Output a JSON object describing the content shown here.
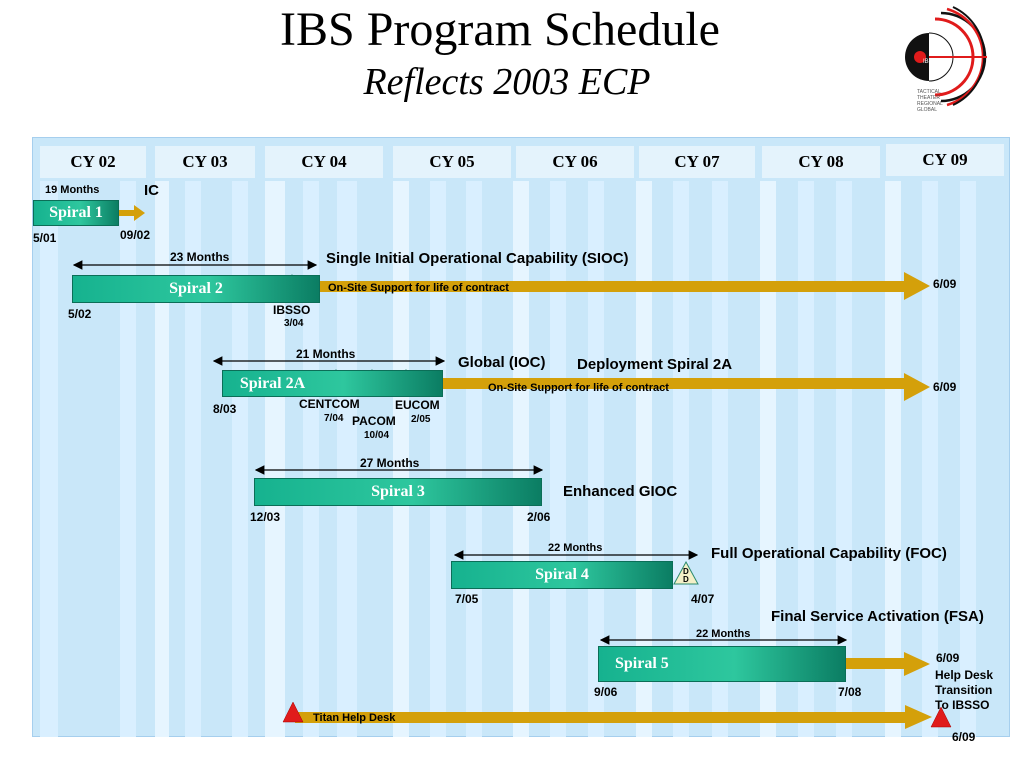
{
  "header": {
    "title": "IBS Program Schedule",
    "subtitle": "Reflects 2003 ECP"
  },
  "years": [
    "CY 02",
    "CY 03",
    "CY 04",
    "CY 05",
    "CY 06",
    "CY 07",
    "CY 08",
    "CY 09"
  ],
  "spiral1": {
    "name": "Spiral 1",
    "duration": "19 Months",
    "milestone": "IC",
    "start": "5/01",
    "end": "09/02"
  },
  "spiral2": {
    "name": "Spiral 2",
    "duration": "23 Months",
    "milestone": "Single Initial Operational Capability (SIOC)",
    "support": "On-Site Support for life of contract",
    "ibsso": "IBSSO",
    "ibsso_date": "3/04",
    "start": "5/02",
    "end": "6/09"
  },
  "spiral2a": {
    "name": "Spiral 2A",
    "duration": "21 Months",
    "milestone1": "Global (IOC)",
    "milestone2": "Deployment Spiral 2A",
    "support": "On-Site Support for life of contract",
    "centcom": "CENTCOM",
    "centcom_date": "7/04",
    "pacom": "PACOM",
    "pacom_date": "10/04",
    "eucom": "EUCOM",
    "eucom_date": "2/05",
    "start": "8/03",
    "end": "6/09"
  },
  "spiral3": {
    "name": "Spiral 3",
    "duration": "27 Months",
    "milestone": "Enhanced GIOC",
    "start": "12/03",
    "end": "2/06"
  },
  "spiral4": {
    "name": "Spiral 4",
    "duration": "22 Months",
    "milestone": "Full Operational Capability (FOC)",
    "badge_top": "D",
    "badge_bottom": "D",
    "start": "7/05",
    "end": "4/07"
  },
  "spiral5": {
    "name": "Spiral 5",
    "duration": "22 Months",
    "milestone": "Final Service Activation (FSA)",
    "start": "9/06",
    "end": "7/08",
    "arrow_end": "6/09",
    "transition_line1": "Help Desk",
    "transition_line2": "Transition",
    "transition_line3": "To IBSSO"
  },
  "helpdesk": {
    "label": "Titan Help Desk",
    "end": "6/09"
  },
  "logo": {
    "text_lines": [
      "TACTICAL",
      "THEATER",
      "REGIONAL",
      "GLOBAL"
    ]
  },
  "colors": {
    "bar": "#1fb893",
    "arrow": "#d4a00a",
    "panel": "#c9e7f9",
    "triangle": "#e01b1b",
    "diamond": "#f4f0c8"
  }
}
